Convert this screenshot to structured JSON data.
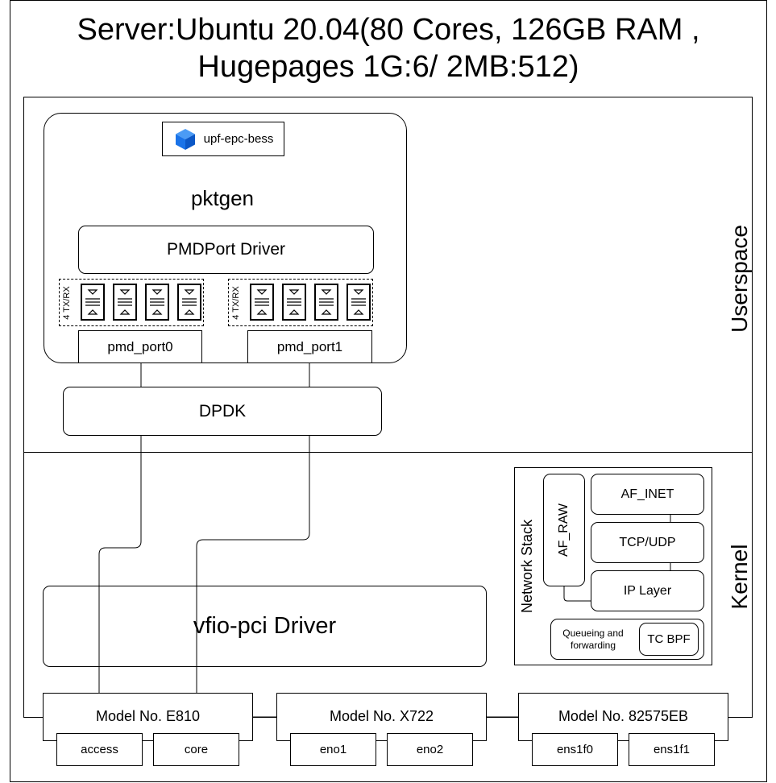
{
  "title_line1": "Server:Ubuntu 20.04(80 Cores, 126GB RAM ,",
  "title_line2": "Hugepages 1G:6/ 2MB:512)",
  "userspace_label": "Userspace",
  "kernel_label": "Kernel",
  "container": {
    "badge_label": "upf-epc-bess",
    "badge_icon": "cube-icon",
    "badge_color": "#1a73e8",
    "app_name": "pktgen",
    "driver_label": "PMDPort Driver"
  },
  "queue_groups": [
    {
      "label": "4 TX/RX"
    },
    {
      "label": "4 TX/RX"
    }
  ],
  "ports": [
    {
      "label": "pmd_port0"
    },
    {
      "label": "pmd_port1"
    }
  ],
  "dpdk_label": "DPDK",
  "vfio_label": "vfio-pci Driver",
  "network_stack": {
    "title": "Network Stack",
    "af_raw": "AF_RAW",
    "af_inet": "AF_INET",
    "tcp_udp": "TCP/UDP",
    "ip_layer": "IP Layer",
    "queueing": "Queueing and forwarding",
    "tc_bpf": "TC BPF"
  },
  "nics": [
    {
      "model": "Model No. E810",
      "ifaces": [
        "access",
        "core"
      ]
    },
    {
      "model": "Model No. X722",
      "ifaces": [
        "eno1",
        "eno2"
      ]
    },
    {
      "model": "Model No. 82575EB",
      "ifaces": [
        "ens1f0",
        "ens1f1"
      ]
    }
  ]
}
